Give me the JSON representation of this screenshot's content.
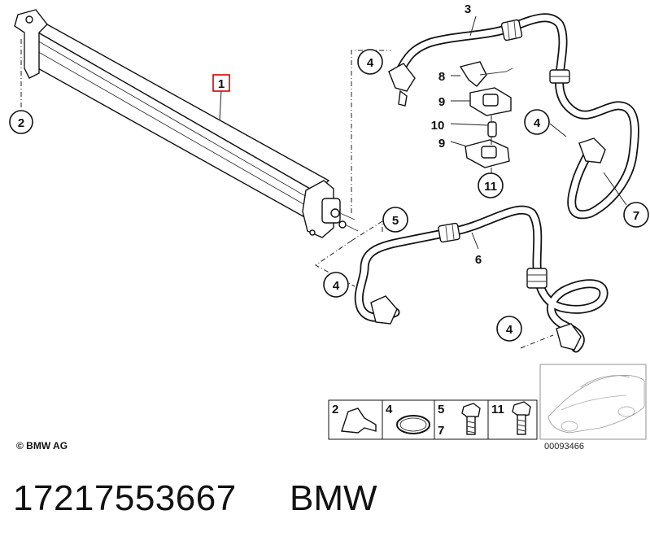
{
  "callouts": {
    "c1": "1",
    "c2": "2",
    "c3": "3",
    "c4a": "4",
    "c4b": "4",
    "c4c": "4",
    "c4d": "4",
    "c5": "5",
    "c6": "6",
    "c7": "7",
    "c8": "8",
    "c9a": "9",
    "c10": "10",
    "c9b": "9",
    "c11": "11"
  },
  "legend": {
    "box1": "2",
    "box2": "4",
    "box3_top": "5",
    "box3_bottom": "7",
    "box4": "11"
  },
  "copyright": "© BMW AG",
  "reference_number": "00093466",
  "part_number": "17217553667",
  "brand": "BMW",
  "colors": {
    "highlight": "#d40000",
    "ink": "#111111"
  }
}
